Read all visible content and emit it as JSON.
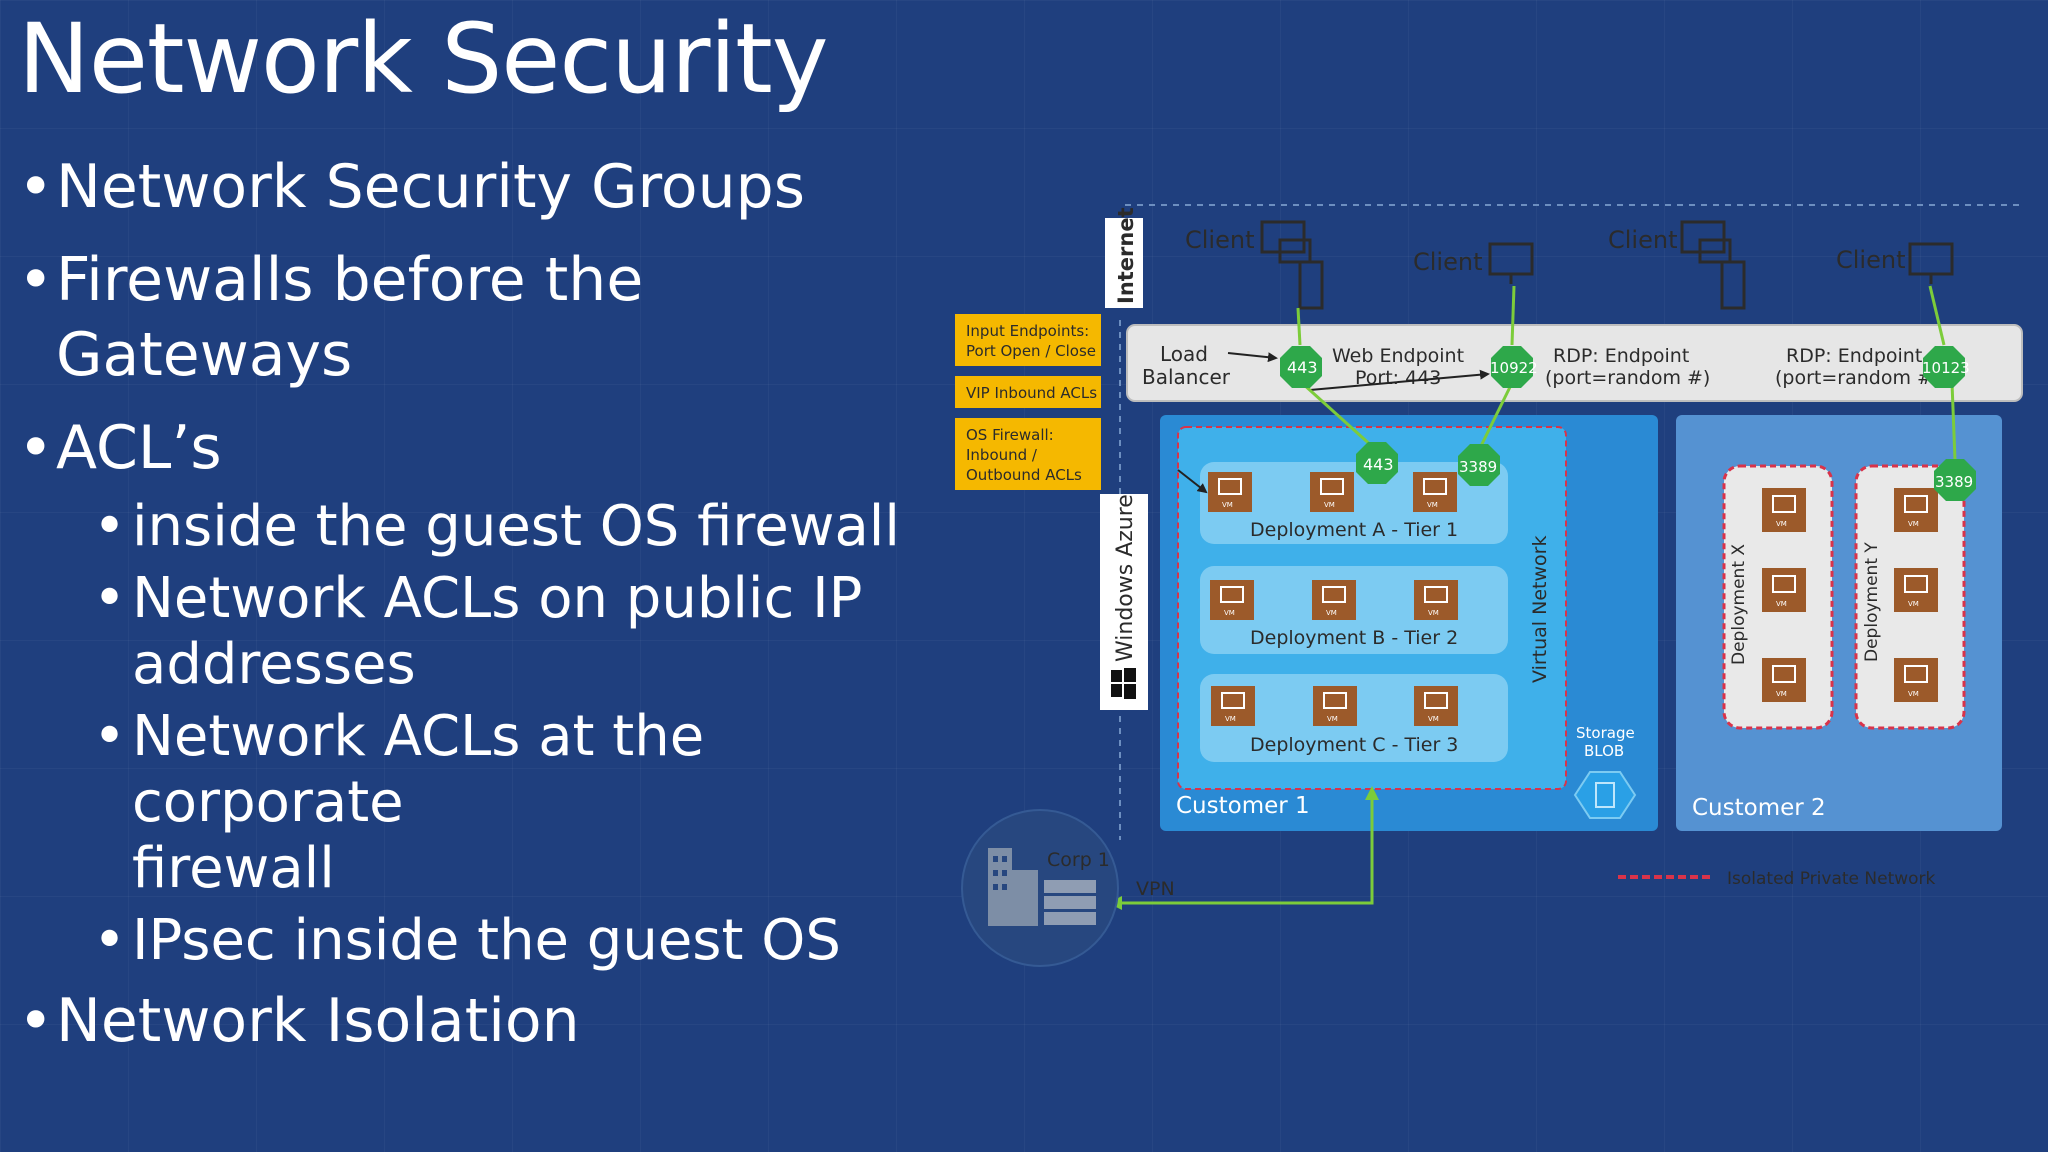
{
  "slide": {
    "title": "Network Security",
    "bullets": {
      "b1": "Network Security Groups",
      "b2_line1": "Firewalls before the",
      "b2_line2": "Gateways",
      "b3": "ACL’s",
      "b3_subs": {
        "s1": "inside the guest OS firewall",
        "s2_line1": "Network ACLs on public IP",
        "s2_line2": "addresses",
        "s3_line1": "Network ACLs at the corporate",
        "s3_line2": "firewall",
        "s4": "IPsec inside the guest OS"
      },
      "b4": "Network Isolation"
    }
  },
  "diagram": {
    "internet": "Internet",
    "windows_azure": "Windows Azure",
    "clients": {
      "c1": "Client",
      "c2": "Client",
      "c3": "Client",
      "c4": "Client"
    },
    "legend_boxes": {
      "input_endpoints_1": "Input Endpoints:",
      "input_endpoints_2": "Port Open / Close",
      "vip_acls": "VIP Inbound ACLs",
      "os_firewall_1": "OS Firewall:",
      "os_firewall_2": "Inbound /",
      "os_firewall_3": "Outbound ACLs"
    },
    "lb": {
      "load_1": "Load",
      "load_2": "Balancer",
      "web_1": "Web Endpoint",
      "web_2": "Port: 443",
      "rdp1_1": "RDP: Endpoint",
      "rdp1_2": "(port=random #)",
      "rdp2_1": "RDP: Endpoint",
      "rdp2_2": "(port=random #)"
    },
    "ports": {
      "p443_top": "443",
      "p10922": "10922",
      "p10123": "10123",
      "p443_inner": "443",
      "p3389_a": "3389",
      "p3389_y": "3389"
    },
    "deployments": {
      "a": "Deployment A - Tier 1",
      "b": "Deployment B - Tier 2",
      "c": "Deployment C - Tier 3",
      "x": "Deployment X",
      "y": "Deployment Y"
    },
    "virtual_network": "Virtual Network",
    "storage_1": "Storage",
    "storage_2": "BLOB",
    "customer1": "Customer 1",
    "customer2": "Customer 2",
    "corp": "Corp 1",
    "vpn": "VPN",
    "isolated": "Isolated Private Network",
    "vm": "VM"
  },
  "colors": {
    "background": "#1f3f7e",
    "customer1_panel": "#2a8ad4",
    "inner_box": "#3fb0ea",
    "tier_box": "#7ccbf2",
    "customer2_panel": "#5592d2",
    "endpoint_green": "#2ea84a",
    "acl_yellow": "#f5b800",
    "vm_brown": "#9c5a2a",
    "isolation_red": "#d9334a"
  }
}
